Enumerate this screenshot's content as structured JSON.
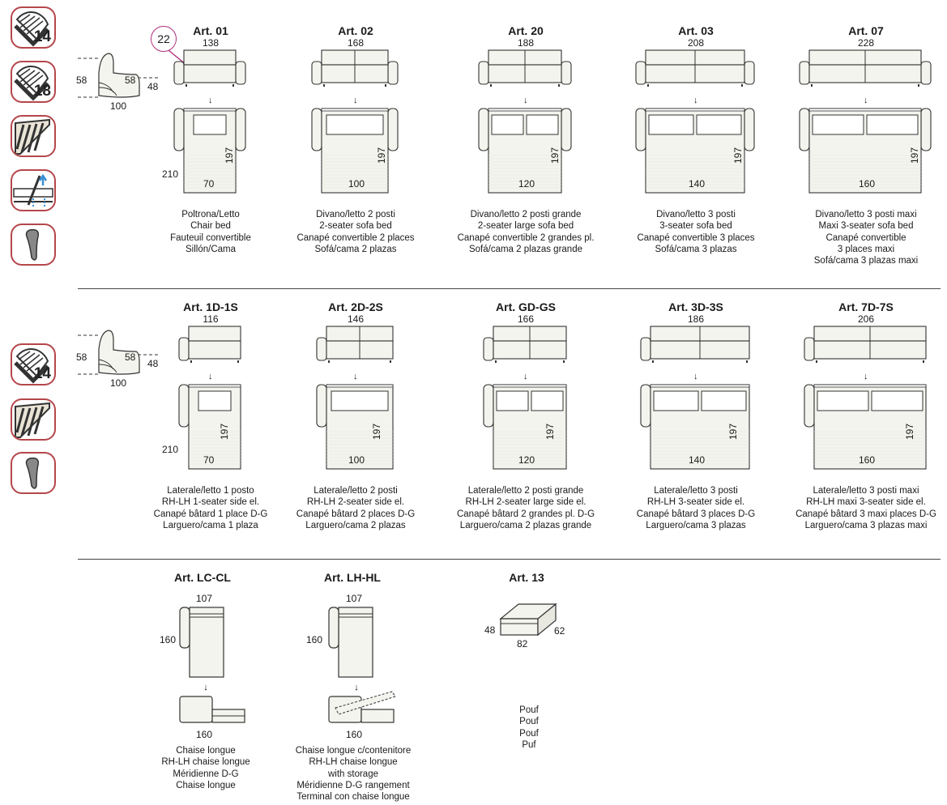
{
  "callout": "22",
  "icons": {
    "row1": [
      {
        "name": "foam-density-icon",
        "value": "14"
      },
      {
        "name": "foam-density-icon",
        "value": "18"
      },
      {
        "name": "bed-frame-slats-icon",
        "value": ""
      },
      {
        "name": "lift-mechanism-icon",
        "value": ""
      },
      {
        "name": "armrest-profile-icon",
        "value": ""
      }
    ],
    "row2": [
      {
        "name": "foam-density-icon",
        "value": "14"
      },
      {
        "name": "bed-frame-slats-icon",
        "value": ""
      },
      {
        "name": "armrest-profile-icon",
        "value": ""
      }
    ]
  },
  "side_profile": {
    "height": "58",
    "seat_depth": "58",
    "seat_height": "48",
    "depth": "100"
  },
  "row1": [
    {
      "title": "Art. 01",
      "width": "138",
      "bed_width": "70",
      "bed_length": "197",
      "desc": [
        "Poltrona/Letto",
        "Chair bed",
        "Fauteuil convertible",
        "Sillón/Cama"
      ]
    },
    {
      "title": "Art. 02",
      "width": "168",
      "bed_width": "100",
      "bed_length": "197",
      "desc": [
        "Divano/letto 2 posti",
        "2-seater sofa bed",
        "Canapé convertible 2 places",
        "Sofá/cama 2 plazas"
      ]
    },
    {
      "title": "Art. 20",
      "width": "188",
      "bed_width": "120",
      "bed_length": "197",
      "desc": [
        "Divano/letto 2 posti grande",
        "2-seater large sofa bed",
        "Canapé convertible 2 grandes pl.",
        "Sofá/cama 2 plazas grande"
      ]
    },
    {
      "title": "Art. 03",
      "width": "208",
      "bed_width": "140",
      "bed_length": "197",
      "desc": [
        "Divano/letto 3 posti",
        "3-seater sofa bed",
        "Canapé convertible 3 places",
        "Sofá/cama 3 plazas"
      ]
    },
    {
      "title": "Art. 07",
      "width": "228",
      "bed_width": "160",
      "bed_length": "197",
      "desc": [
        "Divano/letto 3 posti maxi",
        "Maxi 3-seater sofa bed",
        "Canapé convertible",
        "3 places maxi",
        "Sofá/cama 3 plazas maxi"
      ]
    }
  ],
  "row1_open_length": "210",
  "row2": [
    {
      "title": "Art. 1D-1S",
      "width": "116",
      "bed_width": "70",
      "bed_length": "197",
      "desc": [
        "Laterale/letto 1 posto",
        "RH-LH 1-seater side el.",
        "Canapé bâtard 1 place D-G",
        "Larguero/cama 1 plaza"
      ]
    },
    {
      "title": "Art. 2D-2S",
      "width": "146",
      "bed_width": "100",
      "bed_length": "197",
      "desc": [
        "Laterale/letto 2 posti",
        "RH-LH 2-seater side el.",
        "Canapé bâtard 2 places D-G",
        "Larguero/cama 2 plazas"
      ]
    },
    {
      "title": "Art. GD-GS",
      "width": "166",
      "bed_width": "120",
      "bed_length": "197",
      "desc": [
        "Laterale/letto 2 posti grande",
        "RH-LH 2-seater large side el.",
        "Canapé bâtard 2 grandes pl. D-G",
        "Larguero/cama 2 plazas grande"
      ]
    },
    {
      "title": "Art. 3D-3S",
      "width": "186",
      "bed_width": "140",
      "bed_length": "197",
      "desc": [
        "Laterale/letto 3 posti",
        "RH-LH 3-seater side el.",
        "Canapé bâtard 3 places D-G",
        "Larguero/cama 3 plazas"
      ]
    },
    {
      "title": "Art. 7D-7S",
      "width": "206",
      "bed_width": "160",
      "bed_length": "197",
      "desc": [
        "Laterale/letto 3 posti maxi",
        "RH-LH maxi 3-seater side el.",
        "Canapé bâtard 3 maxi places D-G",
        "Larguero/cama 3 plazas maxi"
      ]
    }
  ],
  "row2_open_length": "210",
  "row3": [
    {
      "title": "Art. LC-CL",
      "width": "107",
      "length": "160",
      "open_length": "160",
      "desc": [
        "Chaise longue",
        "RH-LH chaise longue",
        "Méridienne D-G",
        "Chaise longue"
      ]
    },
    {
      "title": "Art. LH-HL",
      "width": "107",
      "length": "160",
      "open_length": "160",
      "desc": [
        "Chaise longue c/contenitore",
        "RH-LH chaise longue",
        "with storage",
        "Méridienne D-G rangement",
        "Terminal con chaise longue"
      ]
    },
    {
      "title": "Art. 13",
      "height": "48",
      "width": "82",
      "depth": "62",
      "desc": [
        "Pouf",
        "Pouf",
        "Pouf",
        "Puf"
      ]
    }
  ],
  "colors": {
    "badge_border": "#b5474b",
    "callout": "#b0307a",
    "sofa_fill": "#f4f4ee",
    "line": "#333333"
  }
}
